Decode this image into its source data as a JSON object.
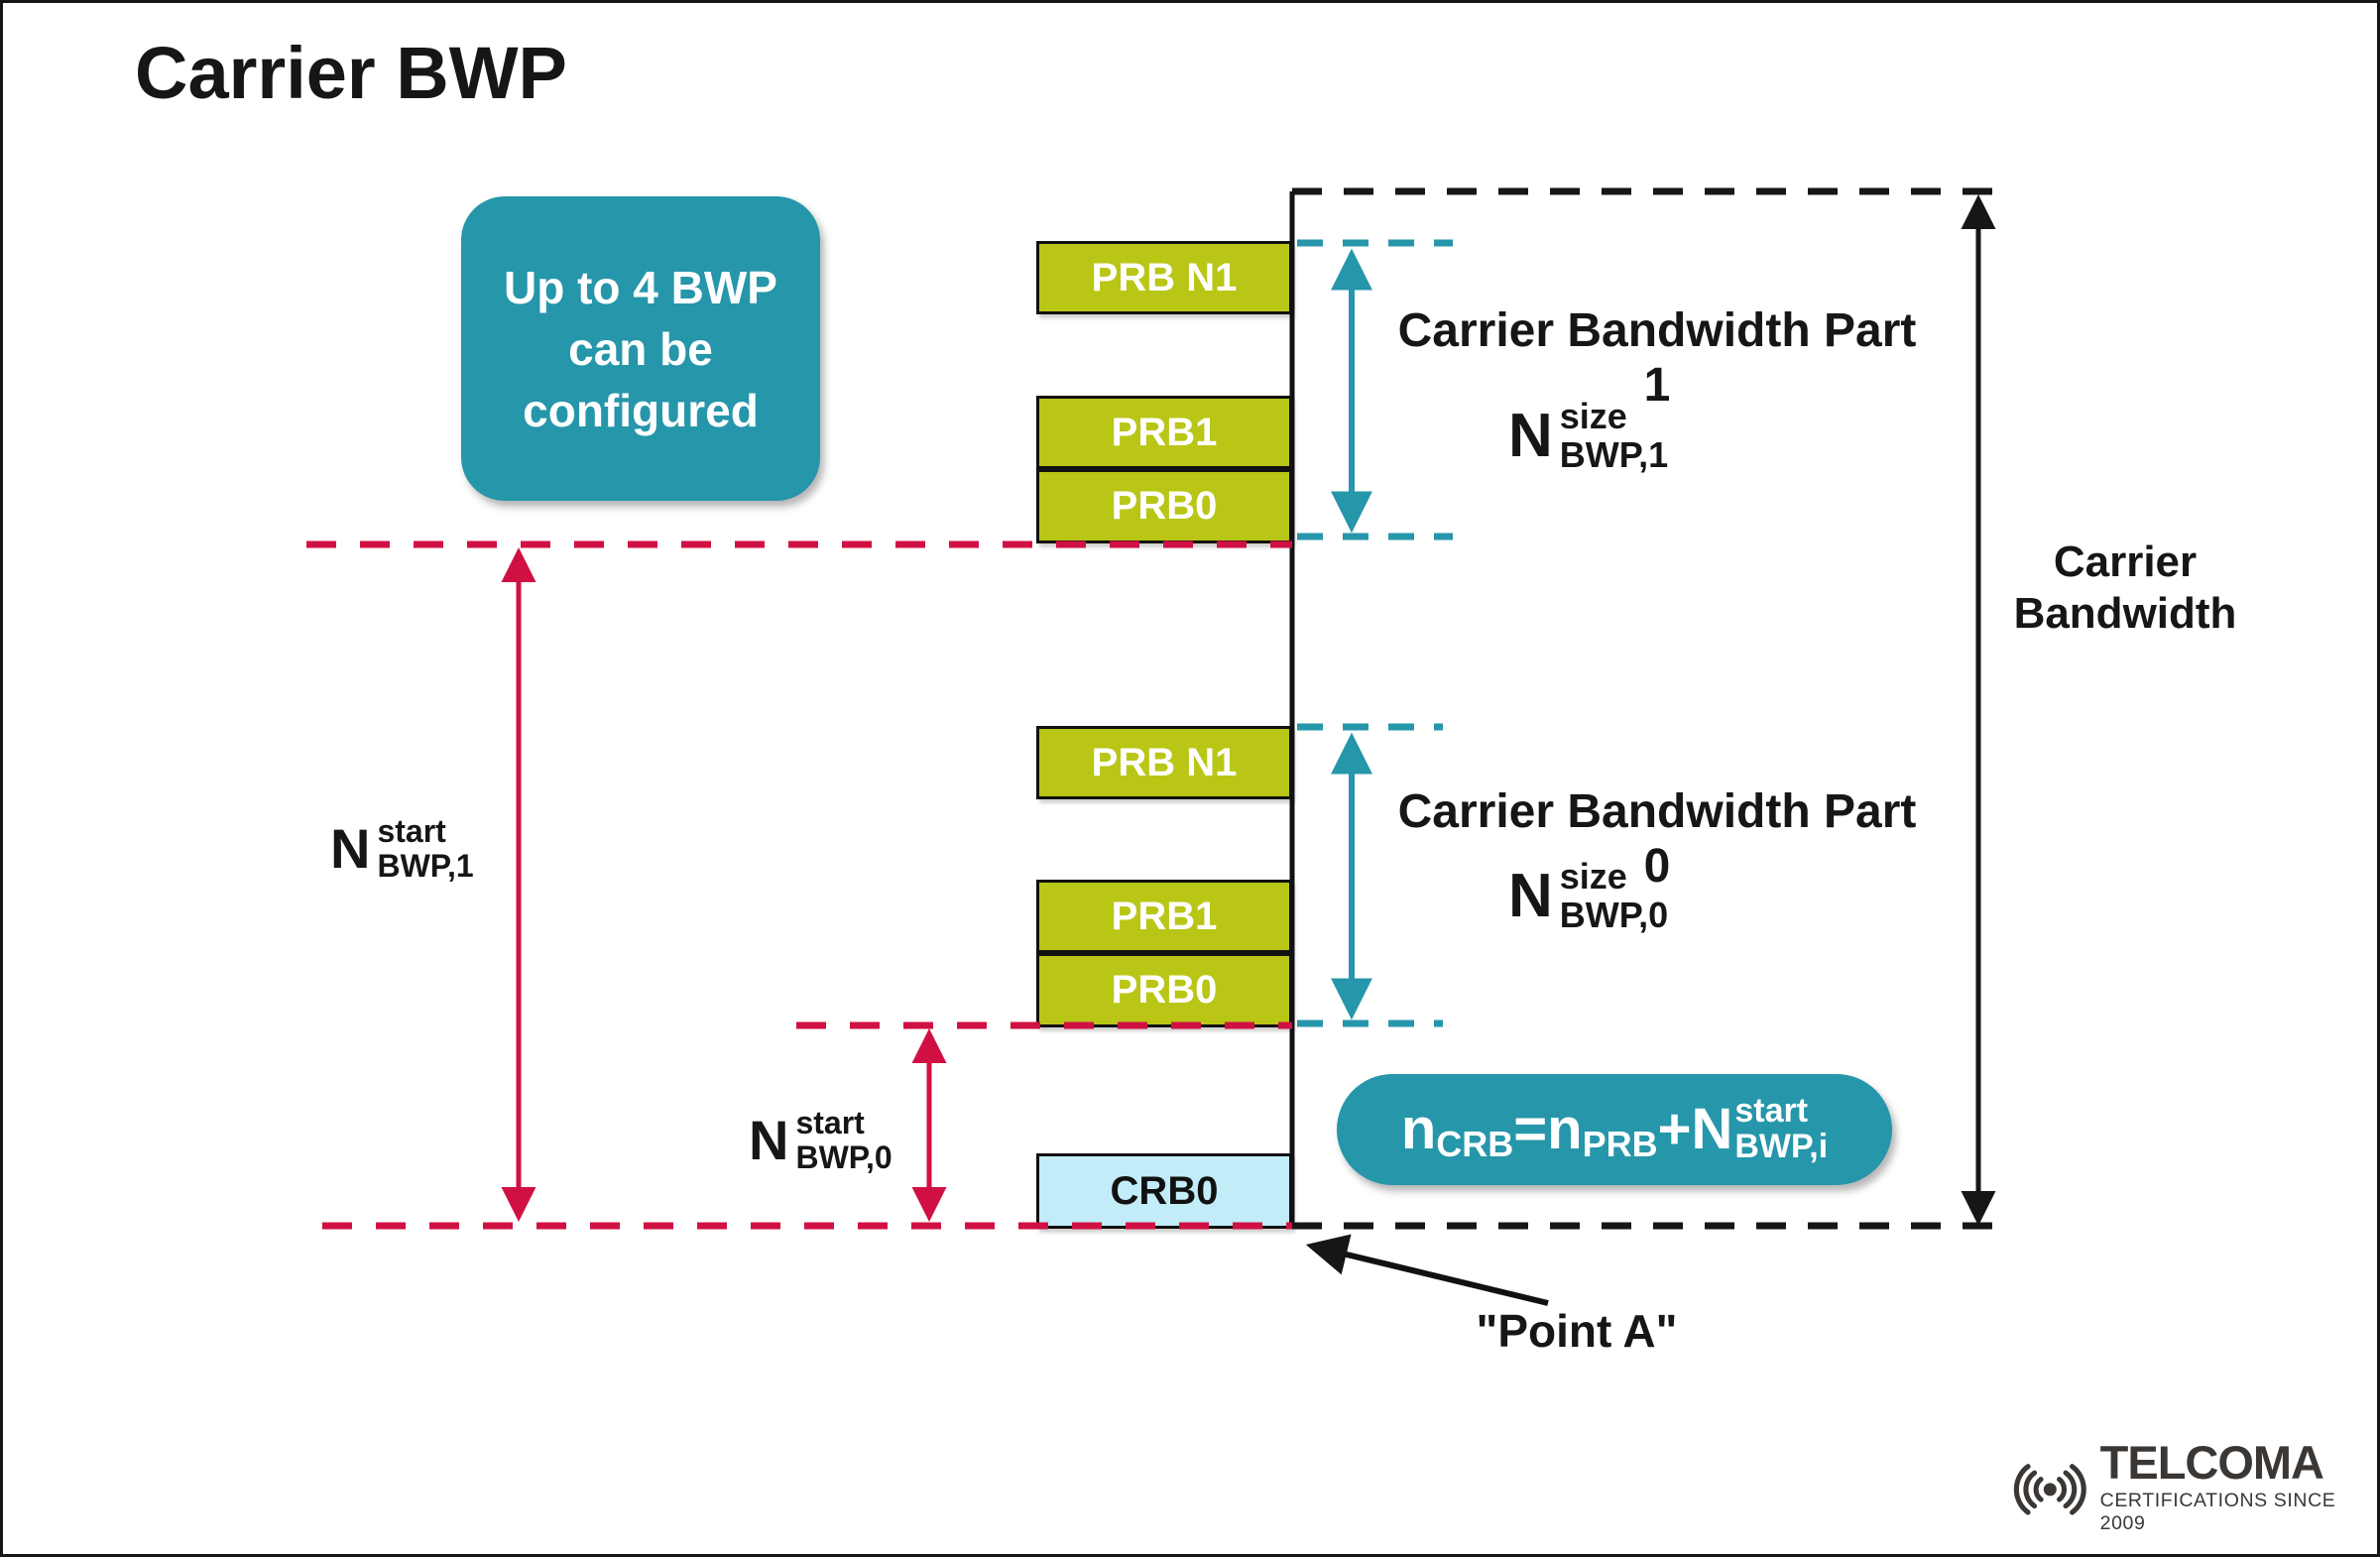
{
  "title": "Carrier BWP",
  "note": {
    "line1": "Up to 4 BWP",
    "line2": "can be",
    "line3": "configured"
  },
  "bwp1": {
    "prb_top": "PRB N1",
    "prb_mid": "PRB1",
    "prb_bottom": "PRB0",
    "label": "Carrier Bandwidth Part 1",
    "n_base": "N",
    "n_sup": "size",
    "n_sub": "BWP,1"
  },
  "bwp0": {
    "prb_top": "PRB N1",
    "prb_mid": "PRB1",
    "prb_bottom": "PRB0",
    "label": "Carrier Bandwidth Part 0",
    "n_base": "N",
    "n_sup": "size",
    "n_sub": "BWP,0"
  },
  "crb0_label": "CRB0",
  "start1": {
    "n_base": "N",
    "n_sup": "start",
    "n_sub": "BWP,1"
  },
  "start0": {
    "n_base": "N",
    "n_sup": "start",
    "n_sub": "BWP,0"
  },
  "carrier_bw": {
    "line1": "Carrier",
    "line2": "Bandwidth"
  },
  "formula": {
    "t1": "n",
    "t1_sub": "CRB",
    "t2": "=",
    "t3": "n",
    "t3_sub": "PRB",
    "t4": "+",
    "t5": "N",
    "t5_sup": "start",
    "t5_sub": "BWP,i"
  },
  "point_a": "\"Point A\"",
  "logo": {
    "brand": "TELCOMA",
    "tagline": "CERTIFICATIONS SINCE 2009"
  },
  "colors": {
    "teal": "#2696aa",
    "olive": "#b9c616",
    "red": "#d01043",
    "cyan": "#c2ecf7",
    "ink": "#161616",
    "logo_gray": "#3b3734"
  }
}
